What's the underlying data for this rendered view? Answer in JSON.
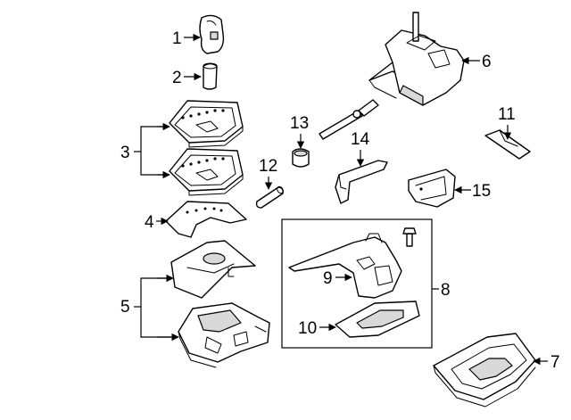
{
  "callouts": {
    "c1": "1",
    "c2": "2",
    "c3": "3",
    "c4": "4",
    "c5": "5",
    "c6": "6",
    "c7": "7",
    "c8": "8",
    "c9": "9",
    "c10": "10",
    "c11": "11",
    "c12": "12",
    "c13": "13",
    "c14": "14",
    "c15": "15"
  },
  "colors": {
    "line": "#000000",
    "background": "#ffffff",
    "shade": "#d9d9d9"
  }
}
